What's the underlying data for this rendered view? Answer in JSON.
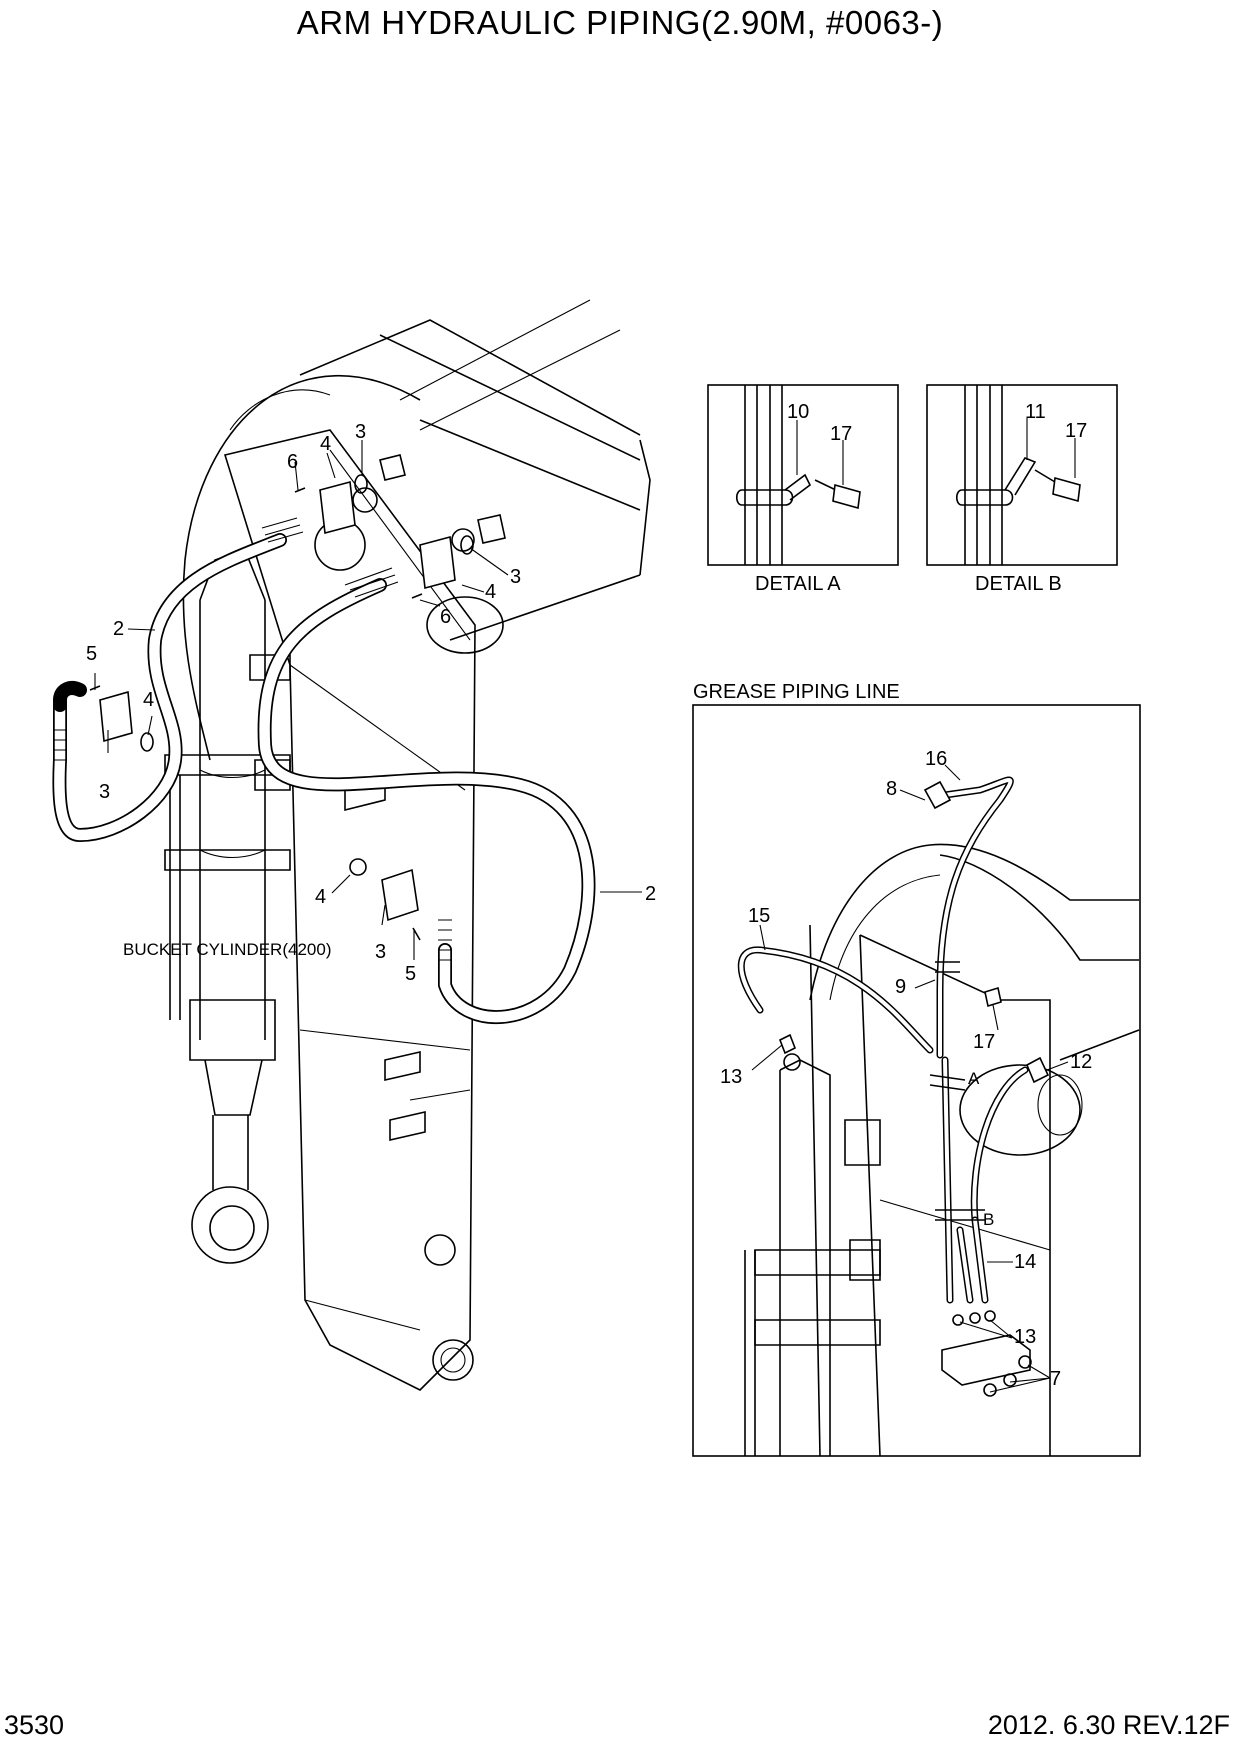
{
  "title": "ARM HYDRAULIC PIPING(2.90M, #0063-)",
  "footer": {
    "page_number": "3530",
    "revision": "2012. 6.30  REV.12F"
  },
  "labels": {
    "bucket_cylinder": "BUCKET CYLINDER(4200)",
    "detail_a": "DETAIL A",
    "detail_b": "DETAIL B",
    "grease_piping_line": "GREASE PIPING LINE",
    "clamp_a": "A",
    "clamp_b": "B"
  },
  "callouts": {
    "main": [
      "6",
      "4",
      "3",
      "3",
      "4",
      "6",
      "2",
      "5",
      "4",
      "3",
      "4",
      "3",
      "5",
      "2"
    ],
    "detail_a": [
      "10",
      "17"
    ],
    "detail_b": [
      "11",
      "17"
    ],
    "grease": [
      "16",
      "8",
      "15",
      "9",
      "17",
      "12",
      "13",
      "14",
      "13",
      "7"
    ]
  }
}
